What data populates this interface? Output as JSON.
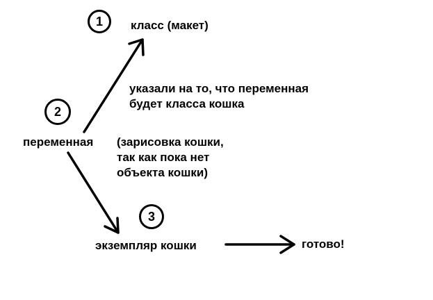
{
  "nodes": {
    "class_label": "класс (макет)",
    "variable_label": "переменная",
    "instance_label": "экземпляр кошки",
    "done_label": "готово!"
  },
  "steps": {
    "step1": "1",
    "step2": "2",
    "step3": "3"
  },
  "annotations": {
    "class_note": "указали на то, что переменная\nбудет класса кошка",
    "sketch_note": "(зарисовка кошки,\nтак как пока нет\nобъекта кошки)"
  },
  "colors": {
    "ink": "#000000",
    "background": "#ffffff"
  }
}
